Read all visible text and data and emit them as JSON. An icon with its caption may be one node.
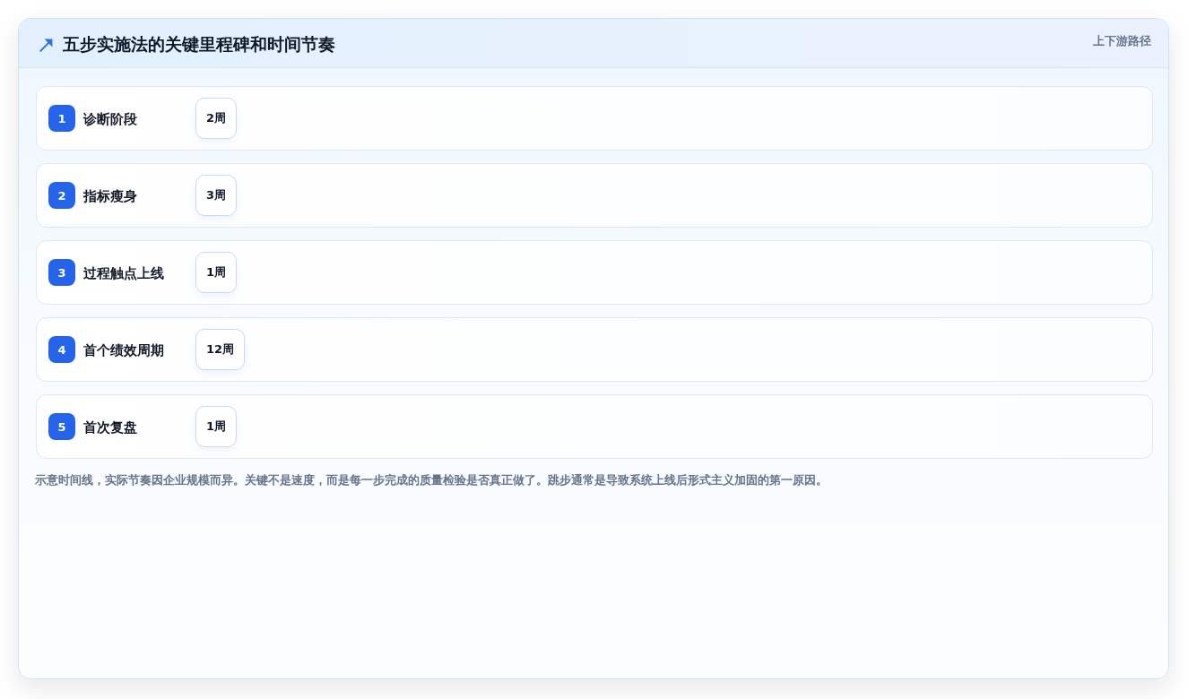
{
  "diagram": {
    "title": "五步实施法的关键里程碑和时间节奏",
    "caption": "示意时间线，实际节奏因企业规模而异。关键不是速度，而是每一步完成的质量检验是否真正做了。跳步通常是导致系统上线后形式主义加固的第一原因。",
    "nodes": [
      {
        "text": [
          "诊断阶段"
        ]
      },
      {
        "text": [
          "1"
        ],
        "in": 0
      },
      {
        "text": [
          "2周"
        ],
        "in": 0
      },
      {
        "text": [
          "指标瘦身"
        ]
      },
      {
        "text": [
          "2"
        ],
        "in": 3
      },
      {
        "text": [
          "3周"
        ],
        "in": 3
      },
      {
        "text": [
          "过程触点上线"
        ]
      },
      {
        "text": [
          "3"
        ],
        "in": 6
      },
      {
        "text": [
          "1周"
        ],
        "in": 6
      },
      {
        "text": [
          "首个绩效周期"
        ]
      },
      {
        "text": [
          "4"
        ],
        "in": 9
      },
      {
        "text": [
          "12周"
        ],
        "in": 9
      },
      {
        "text": [
          "首次复盘"
        ]
      },
      {
        "text": [
          "5"
        ],
        "in": 12
      },
      {
        "text": [
          "1周"
        ],
        "in": 12
      }
    ],
    "labels": [
      "上下游路径"
    ]
  }
}
